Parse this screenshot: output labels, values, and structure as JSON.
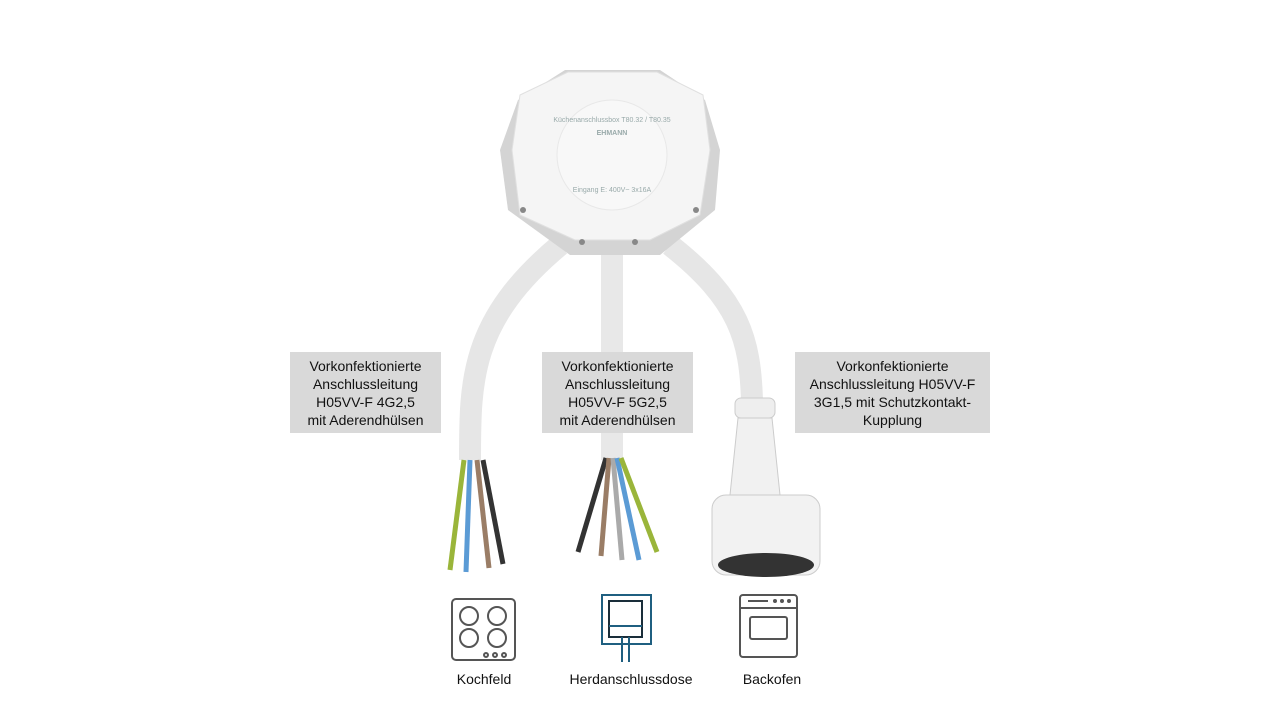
{
  "product": {
    "box_text_top": "Küchenanschlussbox T80.32 / T80.35",
    "brand": "EHMANN",
    "box_text_bottom": "Eingang E: 400V~ 3x16A"
  },
  "labels": [
    {
      "text": "Vorkonfektionierte\nAnschlussleitung\nH05VV-F 4G2,5\nmit Aderendhülsen"
    },
    {
      "text": "Vorkonfektionierte\nAnschlussleitung\nH05VV-F 5G2,5\nmit Aderendhülsen"
    },
    {
      "text": "Vorkonfektionierte\nAnschlussleitung H05VV-F\n3G1,5 mit Schutzkontakt-\nKupplung"
    }
  ],
  "appliances": [
    {
      "label": "Kochfeld",
      "icon": "cooktop-icon"
    },
    {
      "label": "Herdanschlussdose",
      "icon": "socket-box-icon"
    },
    {
      "label": "Backofen",
      "icon": "oven-icon"
    }
  ],
  "colors": {
    "icon_gray": "#555555",
    "socket_blue": "#1f5f80",
    "label_bg": "#d9d9d9"
  }
}
